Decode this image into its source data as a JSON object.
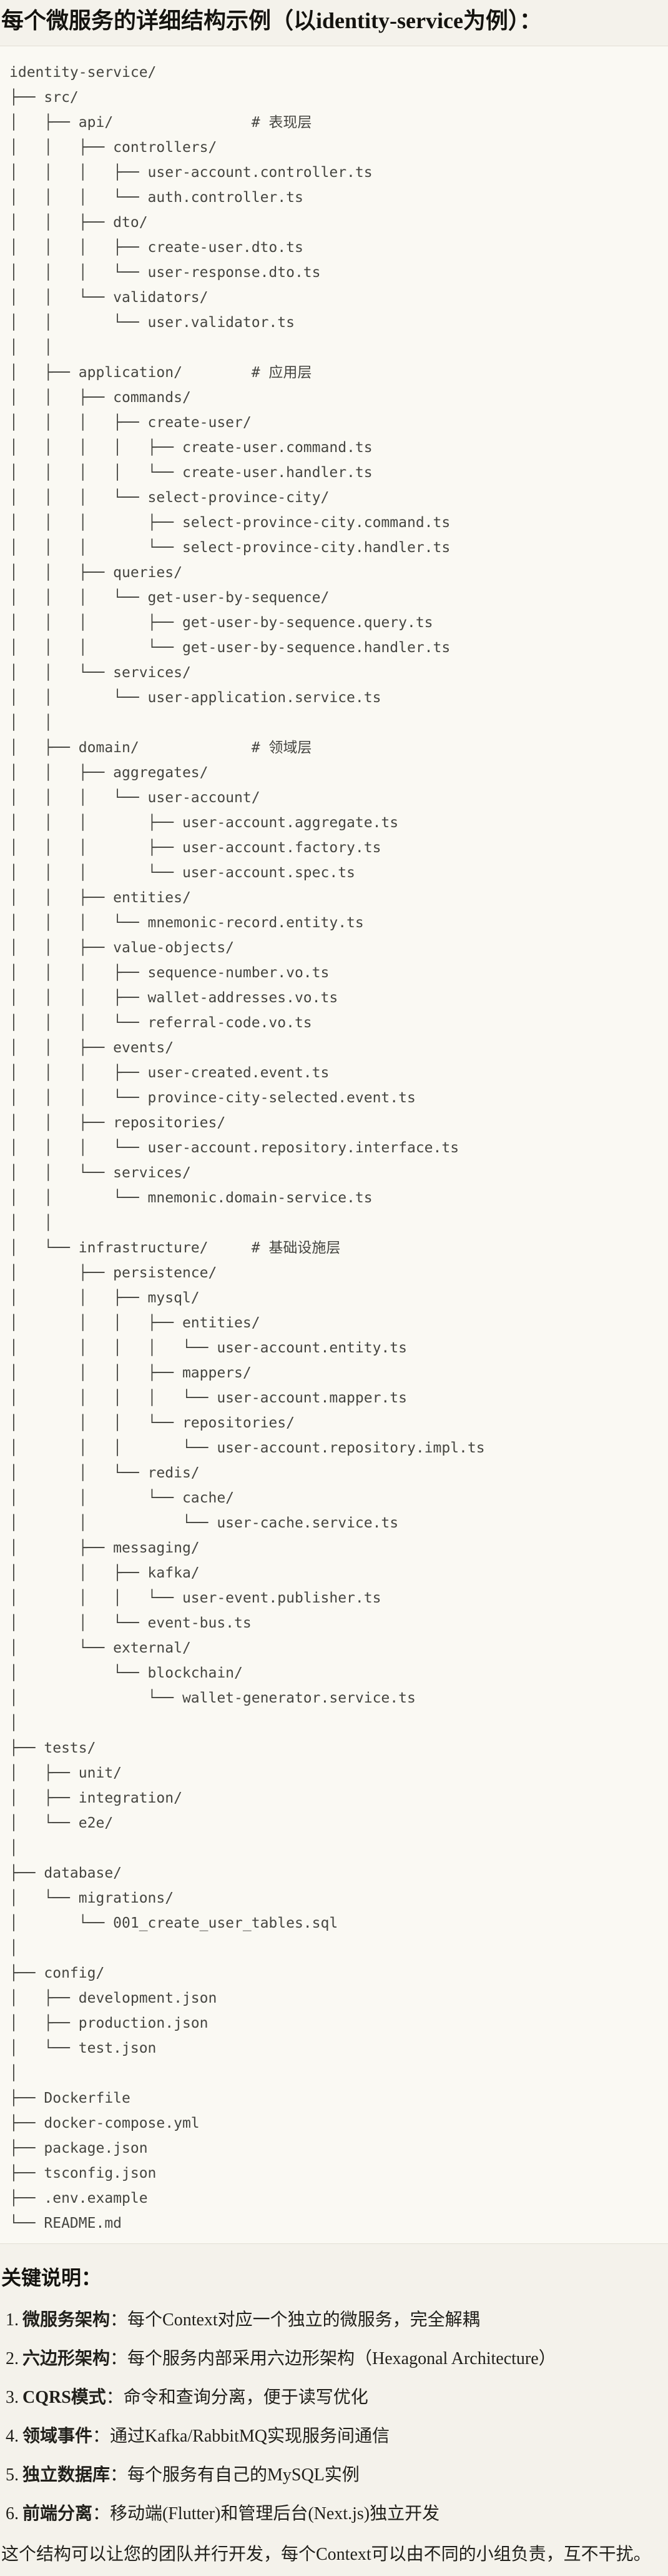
{
  "page": {
    "title": "每个微服务的详细结构示例（以identity-service为例）："
  },
  "code_block": {
    "tree_lines": [
      "identity-service/",
      "├── src/",
      "│   ├── api/                # 表现层",
      "│   │   ├── controllers/",
      "│   │   │   ├── user-account.controller.ts",
      "│   │   │   └── auth.controller.ts",
      "│   │   ├── dto/",
      "│   │   │   ├── create-user.dto.ts",
      "│   │   │   └── user-response.dto.ts",
      "│   │   └── validators/",
      "│   │       └── user.validator.ts",
      "│   │",
      "│   ├── application/        # 应用层",
      "│   │   ├── commands/",
      "│   │   │   ├── create-user/",
      "│   │   │   │   ├── create-user.command.ts",
      "│   │   │   │   └── create-user.handler.ts",
      "│   │   │   └── select-province-city/",
      "│   │   │       ├── select-province-city.command.ts",
      "│   │   │       └── select-province-city.handler.ts",
      "│   │   ├── queries/",
      "│   │   │   └── get-user-by-sequence/",
      "│   │   │       ├── get-user-by-sequence.query.ts",
      "│   │   │       └── get-user-by-sequence.handler.ts",
      "│   │   └── services/",
      "│   │       └── user-application.service.ts",
      "│   │",
      "│   ├── domain/             # 领域层",
      "│   │   ├── aggregates/",
      "│   │   │   └── user-account/",
      "│   │   │       ├── user-account.aggregate.ts",
      "│   │   │       ├── user-account.factory.ts",
      "│   │   │       └── user-account.spec.ts",
      "│   │   ├── entities/",
      "│   │   │   └── mnemonic-record.entity.ts",
      "│   │   ├── value-objects/",
      "│   │   │   ├── sequence-number.vo.ts",
      "│   │   │   ├── wallet-addresses.vo.ts",
      "│   │   │   └── referral-code.vo.ts",
      "│   │   ├── events/",
      "│   │   │   ├── user-created.event.ts",
      "│   │   │   └── province-city-selected.event.ts",
      "│   │   ├── repositories/",
      "│   │   │   └── user-account.repository.interface.ts",
      "│   │   └── services/",
      "│   │       └── mnemonic.domain-service.ts",
      "│   │",
      "│   └── infrastructure/     # 基础设施层",
      "│       ├── persistence/",
      "│       │   ├── mysql/",
      "│       │   │   ├── entities/",
      "│       │   │   │   └── user-account.entity.ts",
      "│       │   │   ├── mappers/",
      "│       │   │   │   └── user-account.mapper.ts",
      "│       │   │   └── repositories/",
      "│       │   │       └── user-account.repository.impl.ts",
      "│       │   └── redis/",
      "│       │       └── cache/",
      "│       │           └── user-cache.service.ts",
      "│       ├── messaging/",
      "│       │   ├── kafka/",
      "│       │   │   └── user-event.publisher.ts",
      "│       │   └── event-bus.ts",
      "│       └── external/",
      "│           └── blockchain/",
      "│               └── wallet-generator.service.ts",
      "│",
      "├── tests/",
      "│   ├── unit/",
      "│   ├── integration/",
      "│   └── e2e/",
      "│",
      "├── database/",
      "│   └── migrations/",
      "│       └── 001_create_user_tables.sql",
      "│",
      "├── config/",
      "│   ├── development.json",
      "│   ├── production.json",
      "│   └── test.json",
      "│",
      "├── Dockerfile",
      "├── docker-compose.yml",
      "├── package.json",
      "├── tsconfig.json",
      "├── .env.example",
      "└── README.md"
    ]
  },
  "notes": {
    "heading": "关键说明：",
    "items": [
      {
        "num": "1.",
        "label": "微服务架构",
        "text": "：每个Context对应一个独立的微服务，完全解耦"
      },
      {
        "num": "2.",
        "label": "六边形架构",
        "text": "：每个服务内部采用六边形架构（Hexagonal Architecture）"
      },
      {
        "num": "3.",
        "label": "CQRS模式",
        "text": "：命令和查询分离，便于读写优化"
      },
      {
        "num": "4.",
        "label": "领域事件",
        "text": "：通过Kafka/RabbitMQ实现服务间通信"
      },
      {
        "num": "5.",
        "label": "独立数据库",
        "text": "：每个服务有自己的MySQL实例"
      },
      {
        "num": "6.",
        "label": "前端分离",
        "text": "：移动端(Flutter)和管理后台(Next.js)独立开发"
      }
    ],
    "closing": "这个结构可以让您的团队并行开发，每个Context可以由不同的小组负责，互不干扰。"
  },
  "colors": {
    "page_bg": "#f4f2eb",
    "code_bg": "#faf9f3",
    "code_border": "#e2dfd5",
    "code_text": "#454540",
    "heading_text": "#14130f",
    "body_text": "#21201b"
  }
}
